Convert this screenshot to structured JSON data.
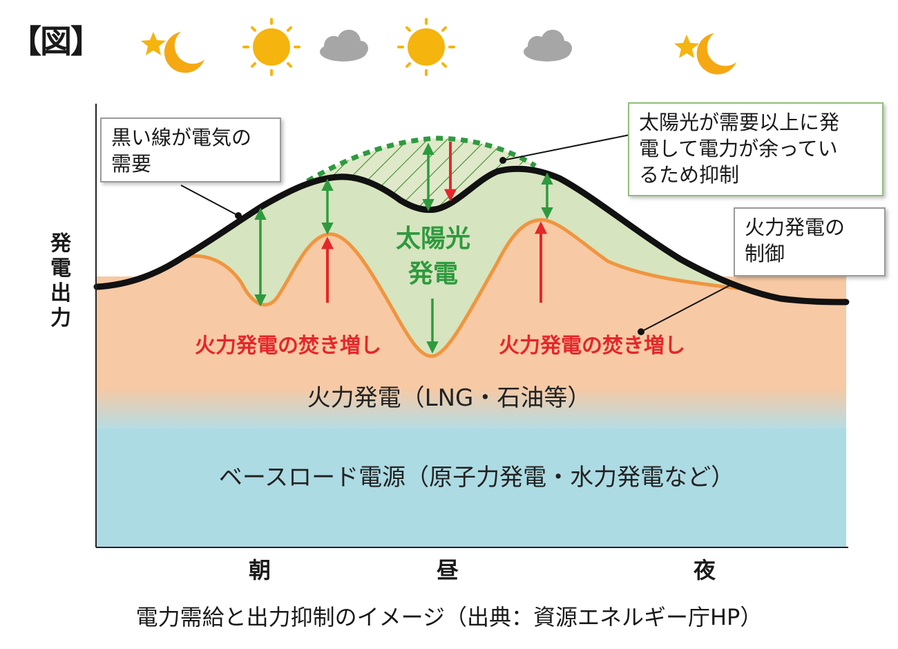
{
  "figure_label": "【図】",
  "y_axis_label": [
    "発",
    "電",
    "出",
    "力"
  ],
  "x_ticks": {
    "morning": "朝",
    "noon": "昼",
    "night": "夜"
  },
  "callouts": {
    "demand": "黒い線が電気の\n需要",
    "curtail": "太陽光が需要以上に発\n電して電力が余ってい\nるため抑制",
    "thermal_control": "火力発電の\n制御"
  },
  "regions": {
    "solar_line1": "太陽光",
    "solar_line2": "発電",
    "thermal": "火力発電（LNG・石油等）",
    "baseload": "ベースロード電源（原子力発電・水力発電など）"
  },
  "ramp_labels": {
    "left": "火力発電の焚き増し",
    "right": "火力発電の焚き増し"
  },
  "caption": "電力需給と出力抑制のイメージ（出典：資源エネルギー庁HP）",
  "weather_icons": [
    "moon-star-icon",
    "sun-icon",
    "cloud-icon",
    "sun-icon",
    "cloud-icon",
    "moon-star-icon"
  ],
  "colors": {
    "demand_line": "#111111",
    "thermal_line": "#f0953f",
    "thermal_fill": "#f7c9a4",
    "solar_fill": "#d6e4bf",
    "baseload_fill": "#addbe3",
    "green_arrow": "#2e9a3e",
    "red_arrow": "#e5262a",
    "sun": "#f5b40e",
    "cloud": "#a6a6a6"
  }
}
